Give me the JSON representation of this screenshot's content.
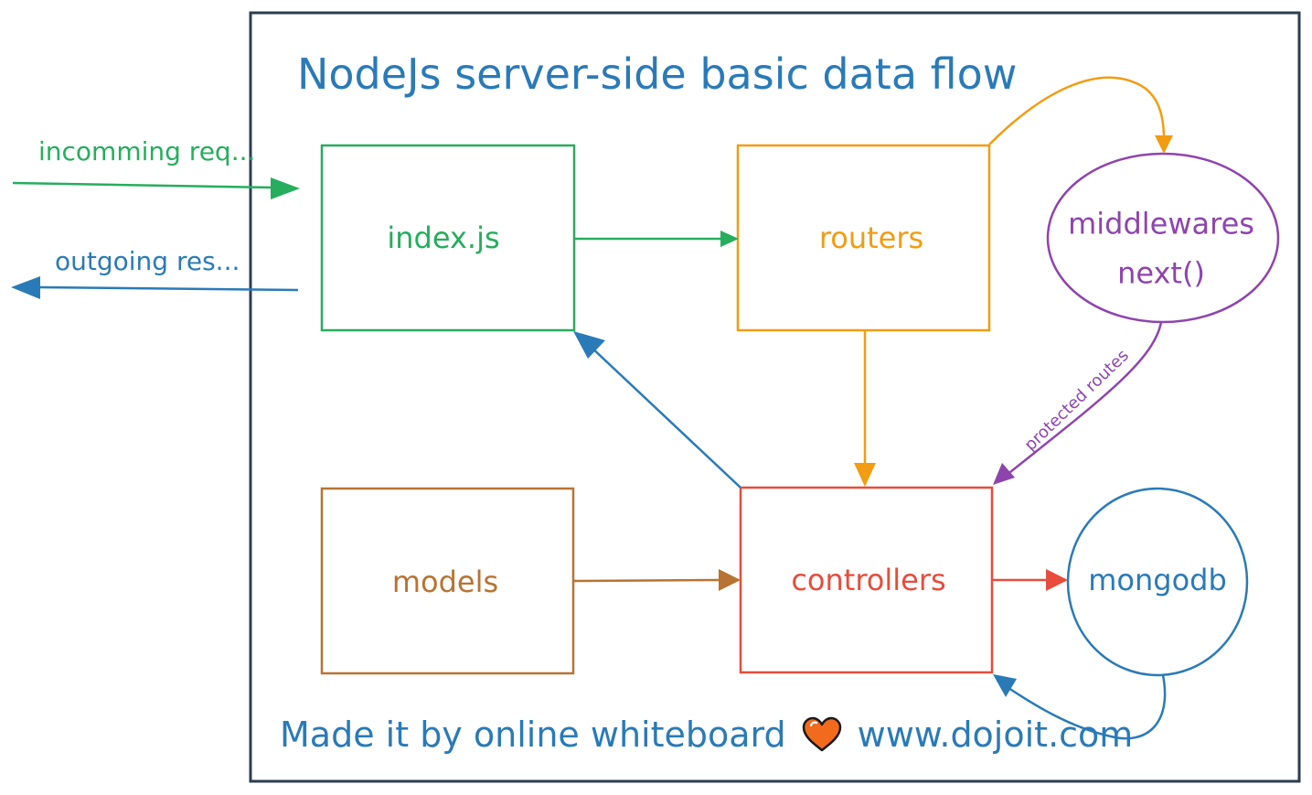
{
  "title": "NodeJs server-side basic data flow",
  "incoming_label": "incomming req...",
  "outgoing_label": "outgoing res...",
  "nodes": {
    "index": "index.js",
    "routers": "routers",
    "middlewares_line1": "middlewares",
    "middlewares_line2": "next()",
    "models": "models",
    "controllers": "controllers",
    "mongodb": "mongodb"
  },
  "edge_label_protected": "protected routes",
  "footer": {
    "made_by": "Made it by online whiteboard",
    "site": "www.dojoit.com"
  },
  "colors": {
    "frame": "#2c3e50",
    "blue": "#2a7ab8",
    "green": "#26ad5e",
    "orange": "#f29c11",
    "purple": "#8e44ad",
    "brown": "#b87333",
    "red": "#e74c3c",
    "heart": "#f26b1d"
  },
  "icons": {
    "footer_heart": "heart-icon"
  }
}
